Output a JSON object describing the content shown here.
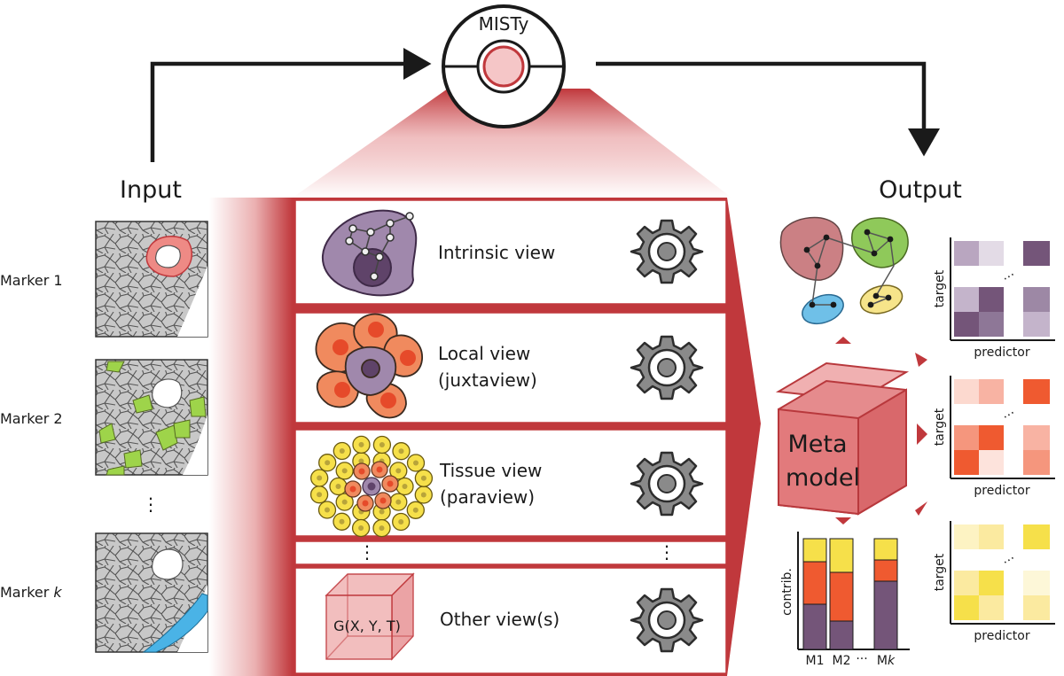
{
  "title": "MISTy",
  "input": {
    "heading": "Input",
    "markers": [
      {
        "name": "Marker 1"
      },
      {
        "name": "Marker 2"
      },
      {
        "prefix": "Marker ",
        "italic": "k"
      }
    ],
    "ellipsis": "⋮"
  },
  "output": {
    "heading": "Output",
    "predictor_label": "predictor",
    "target_label": "target",
    "contrib_label": "contrib.",
    "models": {
      "m1": "M1",
      "m2": "M2",
      "dots": "···",
      "mk_prefix": "M",
      "mk_italic": "k"
    },
    "matrix_dots": "⋯"
  },
  "views": [
    {
      "label1": "Intrinsic view",
      "label2": ""
    },
    {
      "label1": "Local view",
      "label2": "(juxtaview)"
    },
    {
      "label1": "Tissue view",
      "label2": "(paraview)"
    },
    {
      "label1": "Other view(s)",
      "label2": ""
    }
  ],
  "views_ellipsis": "⋮",
  "other_view_formula": "G(X, Y, T)",
  "meta_model": {
    "line1": "Meta",
    "line2": "model"
  },
  "colors": {
    "accent": "#c0383c",
    "intrinsic": "#7b5a85",
    "local": "#ef6a3a",
    "tissue": "#f6e04a",
    "paracell": "#4ab3e6",
    "marker2": "#9ed44a",
    "grey_tissue": "#c8c8c8"
  }
}
